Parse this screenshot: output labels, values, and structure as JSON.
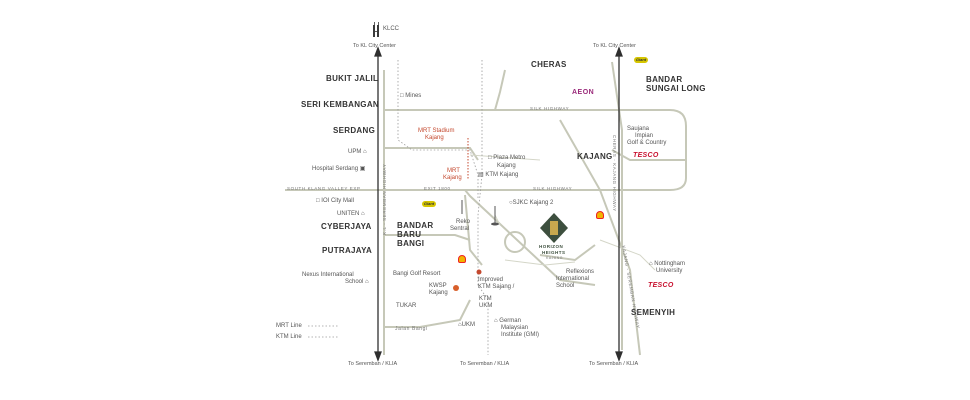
{
  "areas": {
    "cheras": "CHERAS",
    "bandar_sungai_long": [
      "BANDAR",
      "SUNGAI LONG"
    ],
    "bukit_jalil": "BUKIT JALIL",
    "seri_kembangan": "SERI KEMBANGAN",
    "serdang": "SERDANG",
    "kajang": "KAJANG",
    "cyberjaya": "CYBERJAYA",
    "putrajaya": "PUTRAJAYA",
    "bandar_baru_bangi": [
      "BANDAR",
      "BARU",
      "BANGI"
    ],
    "semenyih": "SEMENYIH"
  },
  "navigation": {
    "klcc": "KLCC",
    "to_kl_left": "To KL City Center",
    "to_kl_right": "To KL City Center",
    "to_seremban_left": "To Seremban / KLIA",
    "to_seremban_center": "To Seremban / KLIA",
    "to_seremban_right": "To Seremban / KLIA"
  },
  "roads": {
    "silk_top": "SILK HIGHWAY",
    "silk_mid": "SILK HIGHWAY",
    "south_klang": "SOUTH KLANG VALLEY EXP",
    "exit": "EXIT 1800",
    "cheras_kajang": "CHERAS - KAJANG HIGHWAY",
    "kajang_seremban": "KAJANG - SEREMBAN HIGHWAY",
    "kl_seremban": "K.L - SEREMBAN HIGHWAY",
    "jalan_bangi": "Jalan Bangi"
  },
  "places": {
    "mines": "Mines",
    "upm": "UPM",
    "hospital_serdang": "Hospital Serdang",
    "ioi_city_mall": "IOI City Mall",
    "uniten": "UNITEN",
    "mrt_stadium": [
      "MRT Stadium",
      "Kajang"
    ],
    "mrt_kajang": [
      "MRT",
      "Kajang"
    ],
    "plaza_metro": [
      "Plaza Metro",
      "Kajang"
    ],
    "ktm_kajang": "KTM Kajang",
    "sjkc": "SJKC Kajang 2",
    "reko_sentral": [
      "Reko",
      "Sentral"
    ],
    "nexus": [
      "Nexus International",
      "School"
    ],
    "bangi_golf": "Bangi Golf Resort",
    "kwsp": [
      "KWSP",
      "Kajang"
    ],
    "ukm_ktm_label": [
      "KTM",
      "UKM"
    ],
    "improved": [
      "Improved",
      "KTM Sajang / "
    ],
    "tukar": "TUKAR",
    "ukm": "UKM",
    "german": [
      "German",
      "Malaysian",
      "Institute (GMI)"
    ],
    "saujana": [
      "Saujana",
      "Impian",
      "Golf & Country"
    ],
    "nottingham": [
      "Nottingham",
      "University"
    ],
    "reflexions": [
      "Reflexions",
      "International",
      "School"
    ]
  },
  "brands": {
    "aeon": "AEON",
    "tesco_top": "TESCO",
    "tesco_bottom": "TESCO",
    "giant_1": "Giant",
    "giant_2": "Giant"
  },
  "project": {
    "name": "HORIZON",
    "sub": "HEIGHTS",
    "tag": "KAJANG"
  },
  "legend": {
    "mrt": "MRT Line",
    "ktm": "KTM Line"
  },
  "colors": {
    "road": "#c9cbbd",
    "highway": "#a8ab98",
    "arrow": "#2f2f2f",
    "mrt_route": "#c4492f",
    "project_green": "#3d4f3e",
    "project_gold": "#c8a84e"
  }
}
